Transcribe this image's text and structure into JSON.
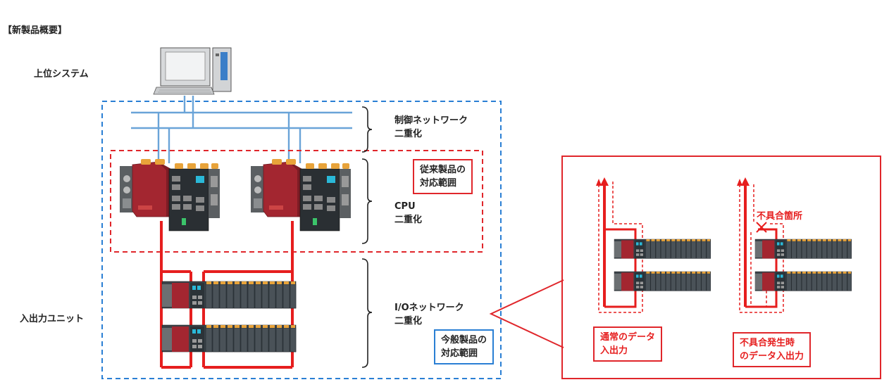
{
  "title": "【新製品概要】",
  "labels": {
    "upper_system": "上位システム",
    "control_network": "制御ネットワーク\n二重化",
    "cpu": "CPU\n二重化",
    "io_network": "I/Oネットワーク\n二重化",
    "io_unit": "入出力ユニット",
    "conventional_scope": "従来製品の\n対応範囲",
    "new_scope": "今般製品の\n対応範囲",
    "fault_point": "不具合箇所",
    "normal_io": "通常のデータ\n入出力",
    "fault_io": "不具合発生時\nのデータ入出力"
  },
  "colors": {
    "network_line": "#6aa4d8",
    "redundant_line": "#e61e1e",
    "blue_dashed": "#2a7fd4",
    "red_dashed": "#e0262b",
    "cpu_red": "#a32630",
    "module_dark": "#333a40",
    "module_orange": "#e8a33a"
  },
  "icons": [
    "desktop-computer-icon",
    "plc-cpu-icon",
    "io-rack-icon",
    "fault-x-icon"
  ]
}
